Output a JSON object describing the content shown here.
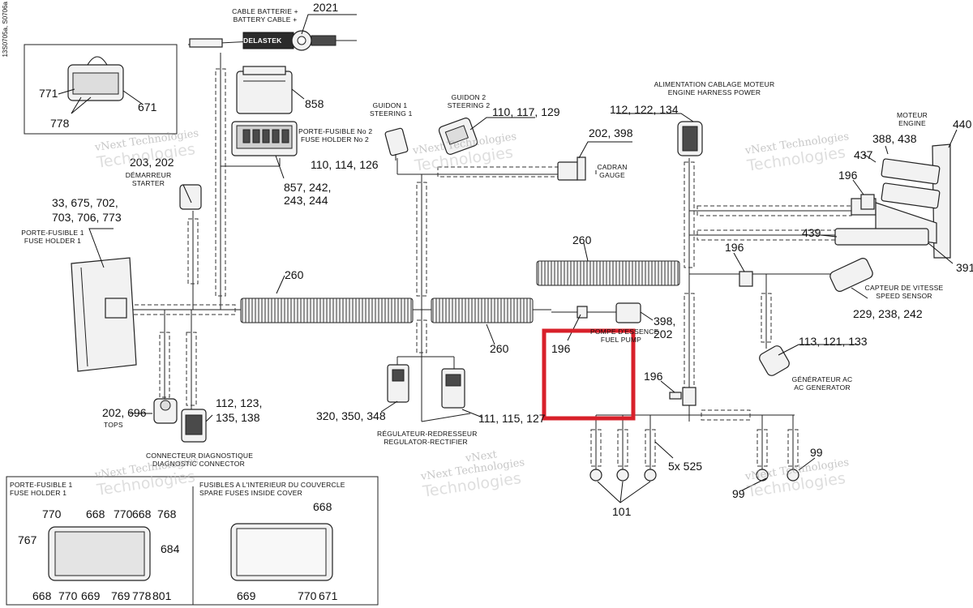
{
  "page_id": "13S0705a, S0706a",
  "highlight_color": "#d8202a",
  "watermark": {
    "line1": "vNext Technologies",
    "line2": "Technologies",
    "line3": "vNext"
  },
  "callouts": {
    "n2021": "2021",
    "n858": "858",
    "n857": "857, 242,",
    "n857b": "243, 244",
    "n110a": "110, 114, 126",
    "n110b": "110, 117, 129",
    "n202_398": "202, 398",
    "n112a": "112, 122, 134",
    "n388": "388, 438",
    "n440": "440",
    "n437": "437",
    "n196a": "196",
    "n439": "439",
    "n391": "391",
    "n196b": "196",
    "n229": "229, 238, 242",
    "n113": "113, 121, 133",
    "n196c": "196",
    "n196d": "196",
    "n398_202a": "398,",
    "n398_202b": "202",
    "n260a": "260",
    "n260b": "260",
    "n260c": "260",
    "n203": "203, 202",
    "n33a": "33, 675, 702,",
    "n33b": "703, 706, 773",
    "n202_696": "202, 696",
    "n112b": "112, 123,",
    "n112c": "135, 138",
    "n320": "320, 350, 348",
    "n111": "111, 115, 127",
    "n5x525": "5x 525",
    "n101": "101",
    "n99a": "99",
    "n99b": "99",
    "n771": "771",
    "n671": "671",
    "n778": "778",
    "fh_770a": "770",
    "fh_668a": "668",
    "fh_770b": "770",
    "fh_668b": "668",
    "fh_768": "768",
    "fh_767": "767",
    "fh_684": "684",
    "fh_668c": "668",
    "fh_770c": "770",
    "fh_669": "669",
    "fh_769": "769",
    "fh_778": "778",
    "fh_801": "801",
    "sp_668": "668",
    "sp_669": "669",
    "sp_770": "770",
    "sp_671": "671"
  },
  "captions": {
    "battery": [
      "CABLE BATTERIE +",
      "BATTERY CABLE +"
    ],
    "delastek": "DELASTEK",
    "fuse_holder2": [
      "PORTE-FUSIBLE No 2",
      "FUSE HOLDER No 2"
    ],
    "steering1": [
      "GUIDON 1",
      "STEERING 1"
    ],
    "steering2": [
      "GUIDON 2",
      "STEERING 2"
    ],
    "gauge": [
      "CADRAN",
      "GAUGE"
    ],
    "engine_power": [
      "ALIMENTATION CABLAGE MOTEUR",
      "ENGINE HARNESS POWER"
    ],
    "engine": [
      "MOTEUR",
      "ENGINE"
    ],
    "starter": [
      "DÉMARREUR",
      "STARTER"
    ],
    "fuse_holder1": [
      "PORTE-FUSIBLE 1",
      "FUSE HOLDER 1"
    ],
    "speed_sensor": [
      "CAPTEUR DE VITESSE",
      "SPEED SENSOR"
    ],
    "fuel_pump": [
      "POMPE D'ESSENCE",
      "FUEL PUMP"
    ],
    "ac_generator": [
      "GÉNÉRATEUR AC",
      "AC GENERATOR"
    ],
    "tops": "TOPS",
    "diag": [
      "CONNECTEUR DIAGNOSTIQUE",
      "DIAGNOSTIC CONNECTOR"
    ],
    "regulator": [
      "RÉGULATEUR-REDRESSEUR",
      "REGULATOR-RECTIFIER"
    ],
    "inset_fh1": [
      "PORTE-FUSIBLE 1",
      "FUSE HOLDER 1"
    ],
    "inset_spare": [
      "FUSIBLES A L'INTERIEUR DU COUVERCLE",
      "SPARE FUSES INSIDE COVER"
    ]
  }
}
